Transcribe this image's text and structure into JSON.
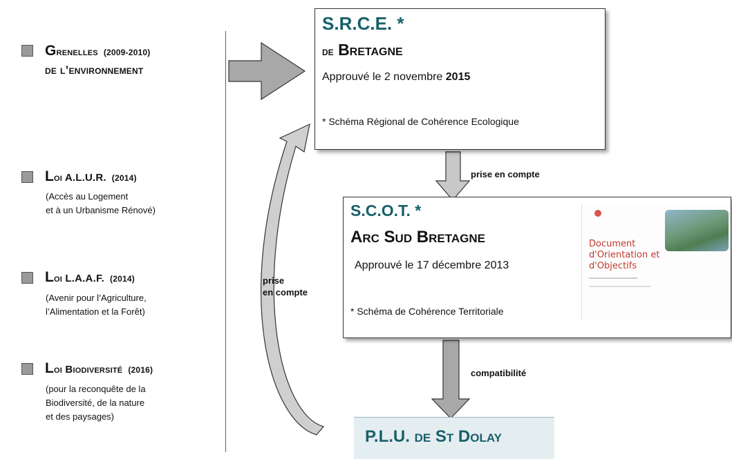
{
  "laws": [
    {
      "title_a": "G",
      "title_b": "renelles",
      "year": "(2009-2010)",
      "line2": "de l’environnement",
      "sub": []
    },
    {
      "title_a": "L",
      "title_b": "oi A.L.U.R.",
      "year": "(2014)",
      "line2": "",
      "sub": [
        "(Accès au Logement",
        "et à un Urbanisme Rénové)"
      ]
    },
    {
      "title_a": "L",
      "title_b": "oi L.A.A.F.",
      "year": "(2014)",
      "line2": "",
      "sub": [
        "(Avenir pour l’Agriculture,",
        "l’Alimentation et la Forêt)"
      ]
    },
    {
      "title_a": "L",
      "title_b": "oi Biodiversité",
      "year": "(2016)",
      "line2": "",
      "sub": [
        "(pour la reconquête de la",
        "Biodiversité, de la nature",
        "et des paysages)"
      ]
    }
  ],
  "srce": {
    "title": "S.R.C.E. *",
    "line2_prefix": "de",
    "line2": "Bretagne",
    "approved_prefix": "Approuvé le  2 novembre ",
    "approved_year": "2015",
    "note": "* Schéma Régional de Cohérence Ecologique"
  },
  "scot": {
    "title": "S.C.O.T. *",
    "line2": "Arc Sud Bretagne",
    "approved": "Approuvé le  17 décembre 2013",
    "note": "* Schéma de Cohérence Territoriale",
    "doc_title": [
      "Document",
      "d'Orientation et",
      "d'Objectifs"
    ]
  },
  "plu": {
    "title": "P.L.U. de St Dolay"
  },
  "labels": {
    "prise_top": "prise en compte",
    "prise_left": [
      "prise",
      "en compte"
    ],
    "compat": "compatibilité"
  },
  "colors": {
    "teal": "#17606a",
    "arrow": "#a8a8a8",
    "doc_red": "#c0392b"
  }
}
